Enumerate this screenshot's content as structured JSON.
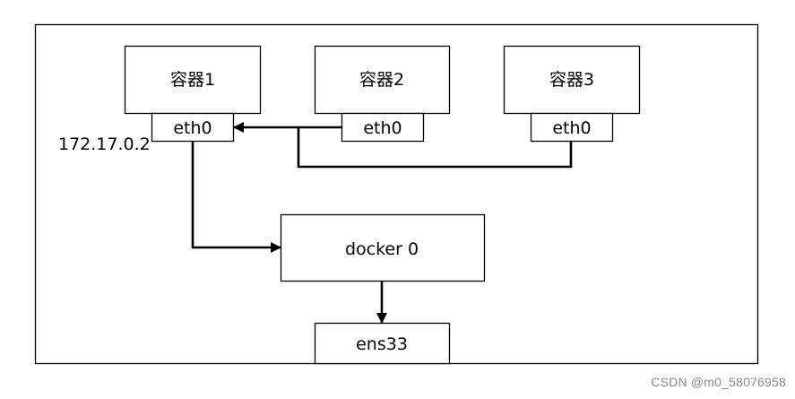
{
  "diagram": {
    "containers": [
      {
        "name": "容器1",
        "interface": "eth0"
      },
      {
        "name": "容器2",
        "interface": "eth0"
      },
      {
        "name": "容器3",
        "interface": "eth0"
      }
    ],
    "ip_label": "172.17.0.2",
    "bridge": "docker 0",
    "host_interface": "ens33"
  },
  "watermark": "CSDN @m0_58076958",
  "colors": {
    "stroke": "#000000",
    "background": "#ffffff",
    "watermark": "#8a8a8a"
  }
}
